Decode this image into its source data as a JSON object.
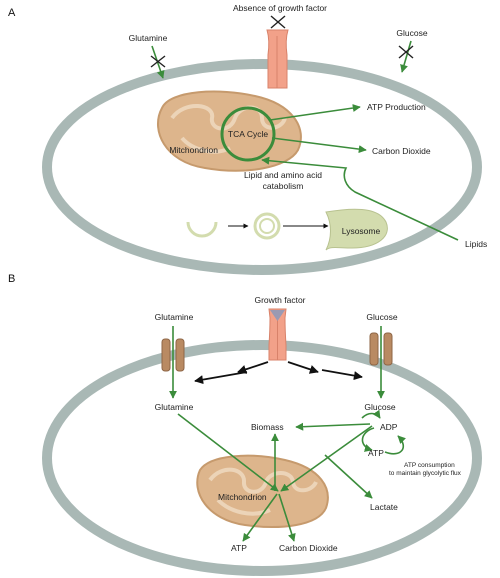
{
  "panel_a": {
    "letter": "A",
    "absence_growth_factor": "Absence of growth factor",
    "glutamine": "Glutamine",
    "glucose": "Glucose",
    "tca_cycle": "TCA Cycle",
    "mitochondrion": "Mitchondrion",
    "atp_production": "ATP Production",
    "carbon_dioxide": "Carbon Dioxide",
    "catabolism_line1": "Lipid and amino acid",
    "catabolism_line2": "catabolism",
    "lysosome": "Lysosome",
    "lipids": "Lipids"
  },
  "panel_b": {
    "letter": "B",
    "growth_factor": "Growth factor",
    "glutamine_out": "Glutamine",
    "glucose_out": "Glucose",
    "glutamine_in": "Glutamine",
    "glucose_in": "Glucose",
    "biomass": "Biomass",
    "adp": "ADP",
    "atp_cycle": "ATP",
    "atp_consumption_line1": "ATP consumption",
    "atp_consumption_line2": "to maintain glycolytic flux",
    "mitochondrion": "Mitchondrion",
    "lactate": "Lactate",
    "atp": "ATP",
    "carbon_dioxide": "Carbon Dioxide"
  },
  "colors": {
    "membrane": "#a9b8b5",
    "arrow_green": "#3b8c3b",
    "mito_fill": "#ddb58c",
    "mito_stroke": "#c69a6d",
    "receptor": "#f2a189",
    "transporter": "#b98a62",
    "lysosome": "#d3dcae",
    "inhibit": "#222222"
  }
}
